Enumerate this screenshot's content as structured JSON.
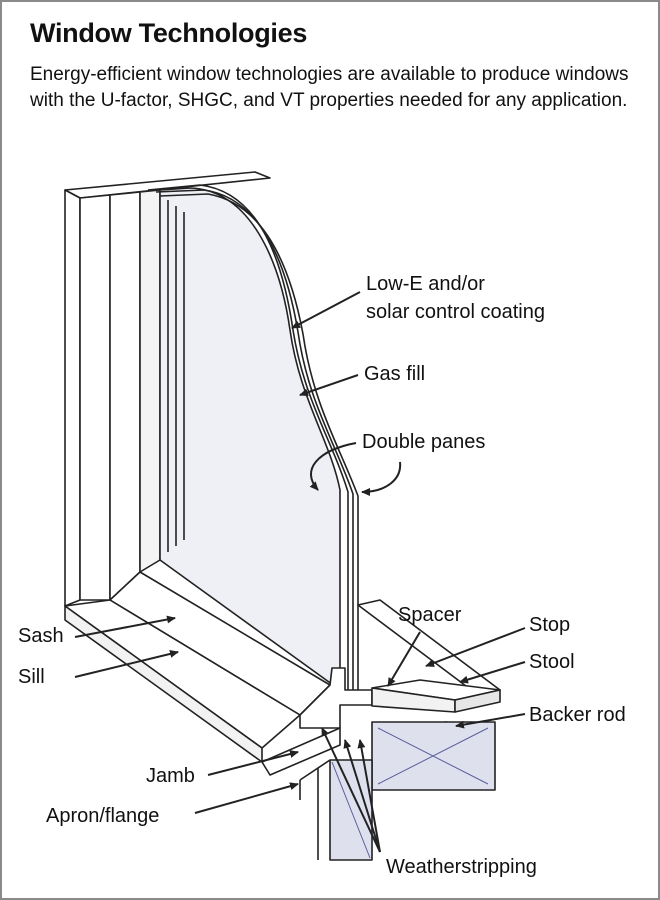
{
  "title": "Window Technologies",
  "intro": "Energy-efficient window technologies are available to produce windows with the U-factor, SHGC, and VT properties needed for any application.",
  "labels": {
    "low_e_line1": "Low-E and/or",
    "low_e_line2": "solar control coating",
    "gas_fill": "Gas fill",
    "double_panes": "Double panes",
    "spacer": "Spacer",
    "stop": "Stop",
    "stool": "Stool",
    "backer_rod": "Backer rod",
    "sash": "Sash",
    "sill": "Sill",
    "jamb": "Jamb",
    "apron_flange": "Apron/flange",
    "weatherstripping": "Weatherstripping"
  },
  "colors": {
    "outline": "#222222",
    "glass_tint": "#e9e9f3",
    "wall_tint": "#dfe0ee",
    "border": "#8a8a8a"
  }
}
